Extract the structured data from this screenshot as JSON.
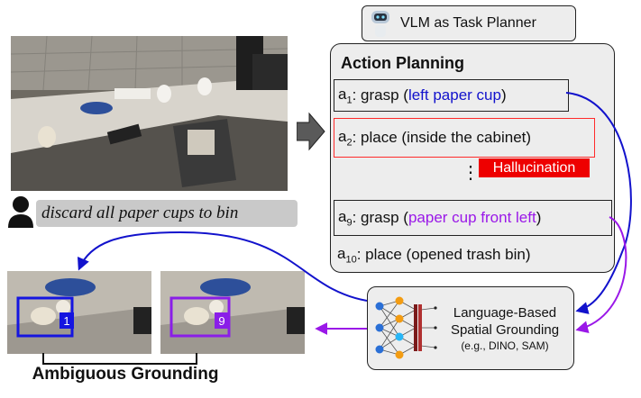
{
  "vlm_header": {
    "title": "VLM as Task Planner"
  },
  "planner": {
    "title": "Action Planning",
    "actions": [
      {
        "index": "1",
        "verb": ": grasp (",
        "target": "left paper cup",
        "close": ")"
      },
      {
        "index": "2",
        "text": ": place (inside the cabinet)"
      },
      {
        "index": "9",
        "verb": ": grasp (",
        "target": "paper cup front left",
        "close": ")"
      },
      {
        "index": "10",
        "text": ": place (opened trash bin)"
      }
    ],
    "hallucination_label": "Hallucination",
    "ellipsis": "⋮"
  },
  "instruction": {
    "text": "discard all paper cups to bin"
  },
  "grounding": {
    "line1": "Language-Based",
    "line2": "Spatial Grounding",
    "line3": "(e.g., DINO, SAM)"
  },
  "crops": [
    {
      "badge": "1",
      "color": "#1515e0"
    },
    {
      "badge": "9",
      "color": "#8a1ee8"
    }
  ],
  "bottom_title": "Ambiguous Grounding",
  "colors": {
    "blue": "#1212cc",
    "purple": "#9a18e8",
    "red": "#ff2a2a",
    "panel": "#ededed"
  }
}
